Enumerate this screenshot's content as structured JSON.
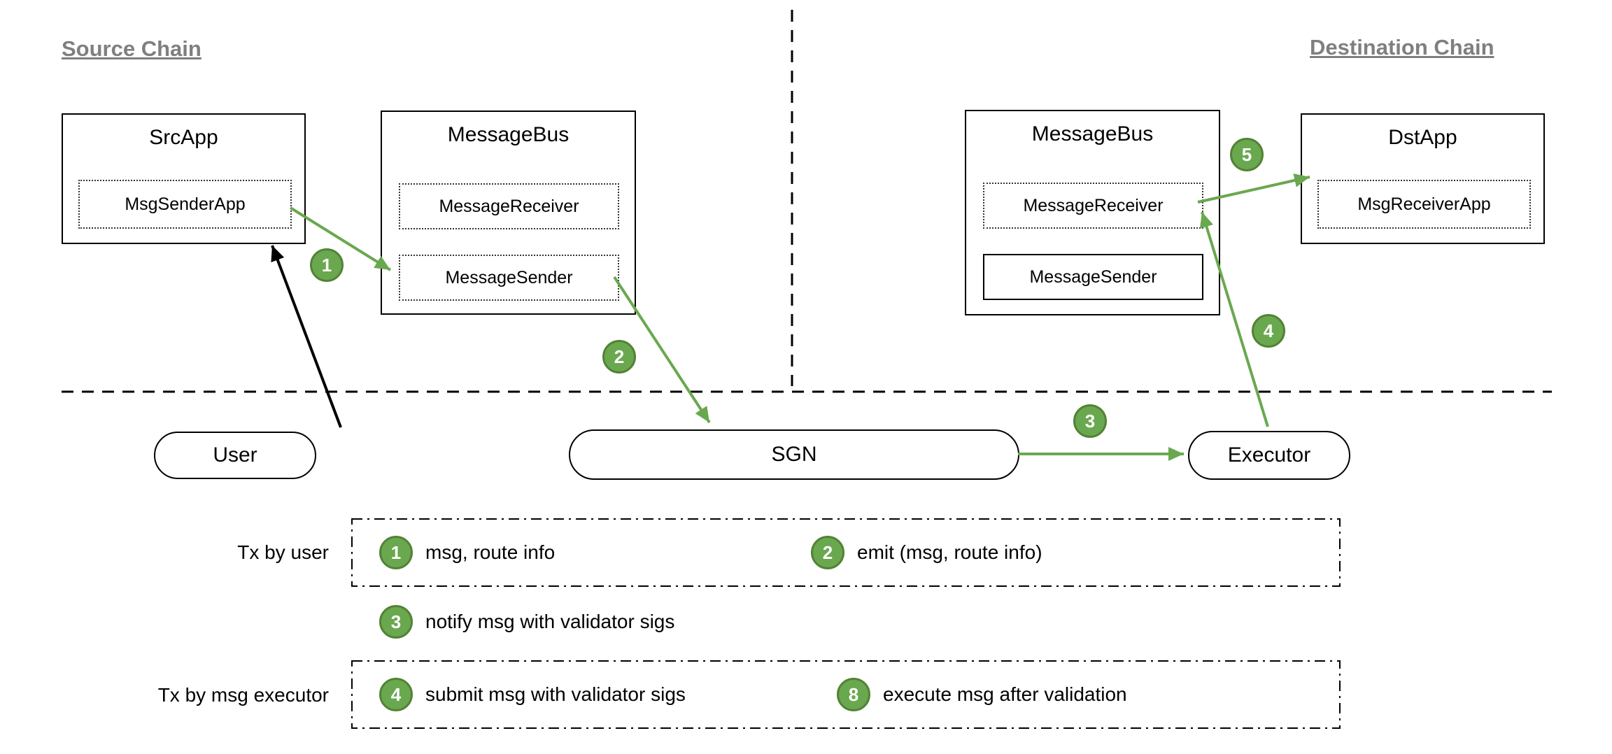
{
  "headings": {
    "source": "Source Chain",
    "destination": "Destination Chain"
  },
  "source_chain": {
    "src_app": {
      "title": "SrcApp",
      "module": "MsgSenderApp"
    },
    "message_bus": {
      "title": "MessageBus",
      "receiver": "MessageReceiver",
      "sender": "MessageSender"
    }
  },
  "destination_chain": {
    "message_bus": {
      "title": "MessageBus",
      "receiver": "MessageReceiver",
      "sender": "MessageSender"
    },
    "dst_app": {
      "title": "DstApp",
      "module": "MsgReceiverApp"
    }
  },
  "network": {
    "user": "User",
    "sgn": "SGN",
    "executor": "Executor"
  },
  "flow_badges": {
    "b1": "1",
    "b2": "2",
    "b3": "3",
    "b4": "4",
    "b5": "5"
  },
  "legend": {
    "tx_by_user": "Tx by user",
    "tx_by_executor": "Tx by msg executor",
    "items": [
      {
        "num": "1",
        "text": "msg, route info"
      },
      {
        "num": "2",
        "text": "emit (msg, route info)"
      },
      {
        "num": "3",
        "text": "notify msg with validator sigs"
      },
      {
        "num": "4",
        "text": "submit msg with validator sigs"
      },
      {
        "num": "8",
        "text": "execute msg after validation"
      }
    ]
  },
  "colors": {
    "badge_green": "#6aa84f",
    "badge_border_green": "#538235",
    "arrow_green": "#6aa84f",
    "heading_gray": "#7f7f7f"
  }
}
